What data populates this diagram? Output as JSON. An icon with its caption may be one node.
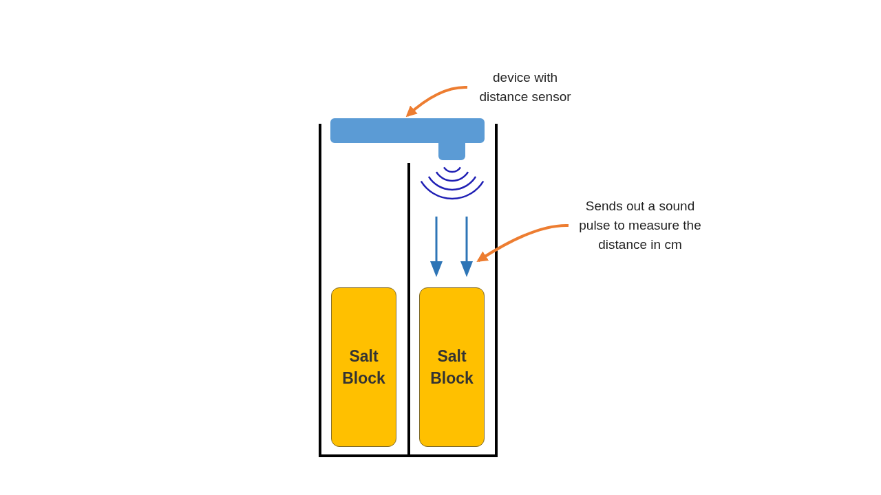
{
  "diagram": {
    "nodes": [
      {
        "text": [
          "device with distance sensor"
        ]
      },
      {
        "text": [],
        "shape": "bar"
      },
      {
        "text": [
          "Sends out a sound pulse to measure the distance in cm"
        ]
      },
      {
        "text": [
          "Salt Block"
        ]
      },
      {
        "text": [
          "Salt Block"
        ]
      },
      {
        "text": [],
        "shape": "picture"
      }
    ],
    "edges": [
      {
        "from": 0,
        "to": 1,
        "arrow": "to"
      },
      {
        "from": 2,
        "to": 5,
        "arrow": "to"
      }
    ]
  }
}
